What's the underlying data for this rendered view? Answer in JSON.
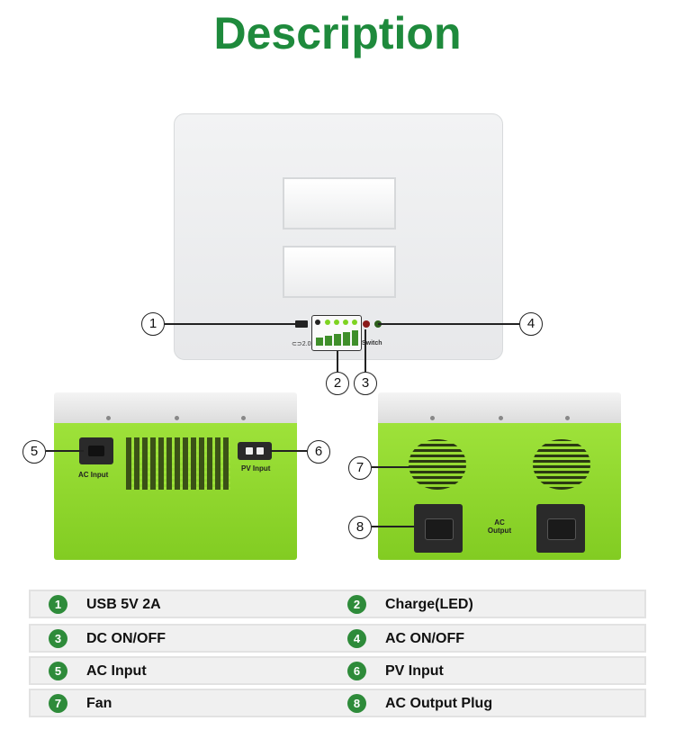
{
  "title": "Description",
  "device_labels": {
    "switch": "Switch",
    "usb_version": "2.0",
    "ac_input": "AC Input",
    "pv_input": "PV Input",
    "ac_output": "AC\nOutput"
  },
  "callouts": [
    "1",
    "2",
    "3",
    "4",
    "5",
    "6",
    "7",
    "8"
  ],
  "legend": {
    "rows": [
      {
        "left_num": "1",
        "left_label": "USB 5V 2A",
        "right_num": "2",
        "right_label": "Charge(LED)"
      },
      {
        "left_num": "3",
        "left_label": "DC ON/OFF",
        "right_num": "4",
        "right_label": "AC ON/OFF"
      },
      {
        "left_num": "5",
        "left_label": "AC Input",
        "right_num": "6",
        "right_label": "PV Input"
      },
      {
        "left_num": "7",
        "left_label": "Fan",
        "right_num": "8",
        "right_label": "AC Output Plug"
      }
    ]
  },
  "colors": {
    "title": "#1e8a3c",
    "badge": "#2e8b3a",
    "device_green": "#8fd82c"
  }
}
